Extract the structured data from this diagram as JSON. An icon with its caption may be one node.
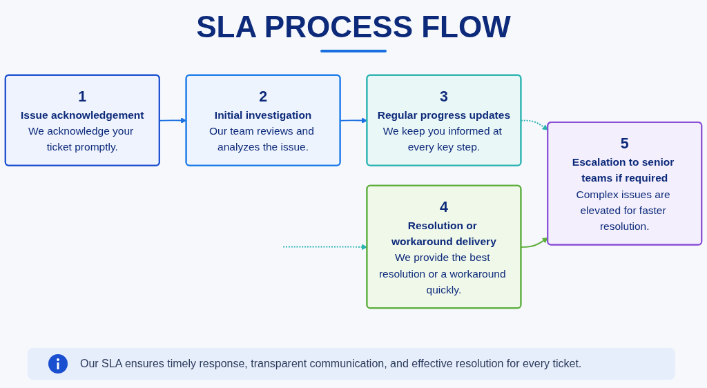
{
  "diagram": {
    "title": "SLA PROCESS FLOW",
    "nodes": [
      {
        "text": [
          "1",
          "Issue acknowledgement",
          "We acknowledge your ticket promptly."
        ]
      },
      {
        "text": [
          "2",
          "Initial investigation",
          "Our team reviews and analyzes the issue."
        ]
      },
      {
        "text": [
          "3",
          "Regular progress updates",
          "We keep you informed at every key step."
        ]
      },
      {
        "text": [
          "4",
          "Resolution or workaround delivery",
          "We provide the best resolution or a workaround quickly."
        ]
      },
      {
        "text": [
          "5",
          "Escalation to senior teams if required",
          "Complex issues are elevated for faster resolution."
        ]
      }
    ],
    "edges": [
      {
        "from": 0,
        "to": 1,
        "arrow": "to",
        "color": "#1a6fe0"
      },
      {
        "from": 1,
        "to": 2,
        "arrow": "to",
        "color": "#1a6fe0"
      },
      {
        "from": 2,
        "to": 4,
        "arrow": "to",
        "style": "dashed",
        "color": "#2bb3b0"
      },
      {
        "from": 3,
        "to": 4,
        "arrow": "to",
        "color": "#5cae3c"
      },
      {
        "from": null,
        "to": 3,
        "arrow": "to",
        "style": "dashed",
        "color": "#2bb3b0"
      }
    ],
    "labels": [
      "Our SLA ensures timely response, transparent communication, and effective resolution for every ticket."
    ]
  }
}
